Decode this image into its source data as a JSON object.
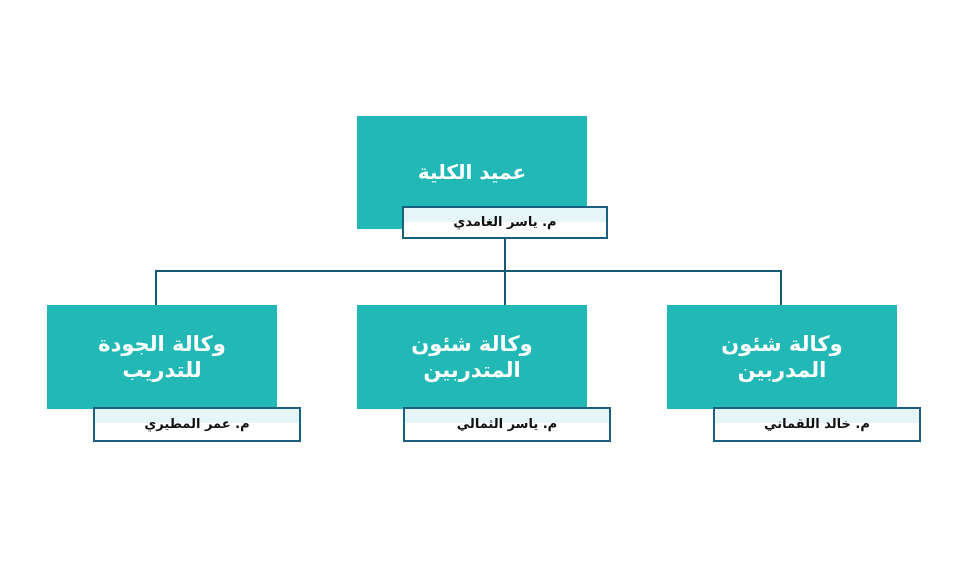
{
  "diagram": {
    "type": "org-chart",
    "title": "",
    "direction": "rtl",
    "colors": {
      "node_fill": "#22b8b5",
      "node_text": "#ffffff",
      "name_border": "#1a5f7e",
      "name_fill": "#e6f5f8",
      "name_text": "#111111",
      "connector": "#155a73",
      "background": "#ffffff"
    },
    "root": {
      "title": "عميد الكلية",
      "name": "م. ياسر الغامدي"
    },
    "children": [
      {
        "title": "وكالة شئون المدربين",
        "name": "م. خالد اللقماني"
      },
      {
        "title": "وكالة شئون المتدربين",
        "name": "م. ياسر الثمالي"
      },
      {
        "title": "وكالة الجودة للتدريب",
        "name": "م. عمر المطيري"
      }
    ]
  }
}
